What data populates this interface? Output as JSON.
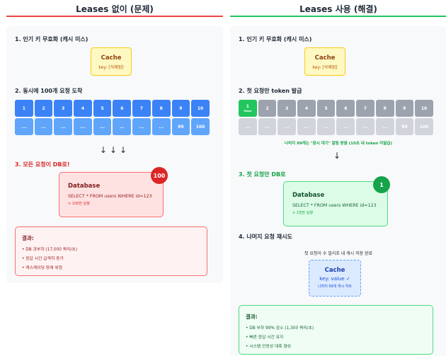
{
  "left": {
    "title": "Leases 없이 (문제)",
    "accent": "#ef4444",
    "step1": "1. 인기 키 무효화 (캐시 미스)",
    "cache": {
      "title": "Cache",
      "key": "key: [삭제됨]"
    },
    "step2": "2. 동시에 100개 요청 도착",
    "row1": [
      "1",
      "2",
      "3",
      "4",
      "5",
      "6",
      "7",
      "8",
      "9",
      "10"
    ],
    "row2": [
      "...",
      "...",
      "...",
      "...",
      "...",
      "...",
      "...",
      "...",
      "99",
      "100"
    ],
    "arrows": "↓↓↓",
    "step3": "3. 모든 요청이 DB로!",
    "db": {
      "title": "Database",
      "query": "SELECT * FROM users WHERE id=123",
      "count": "× 100번 실행",
      "badge": "100"
    },
    "result": {
      "title": "결과:",
      "items": [
        "• DB 과부하 (17,000 쿼리/초)",
        "• 응답 시간 급격히 증가",
        "• 캐스케이딩 장애 위험"
      ]
    }
  },
  "right": {
    "title": "Leases 사용 (해결)",
    "accent": "#22c55e",
    "step1": "1. 인기 키 무효화 (캐시 미스)",
    "cache": {
      "title": "Cache",
      "key": "key: [삭제됨]"
    },
    "step2": "2. 첫 요청만 token 발급",
    "token_label": "Token",
    "row1": [
      "1",
      "2",
      "3",
      "4",
      "5",
      "6",
      "7",
      "8",
      "9",
      "10"
    ],
    "row2": [
      "...",
      "...",
      "...",
      "...",
      "...",
      "...",
      "...",
      "...",
      "99",
      "100"
    ],
    "note": "나머지 99개는 \"잠시 대기\" 알림 받음 (10초 내 token 미발급)",
    "arrow": "↓",
    "step3": "3. 첫 요청만 DB로",
    "db": {
      "title": "Database",
      "query": "SELECT * FROM users WHERE id=123",
      "count": "× 1번만 실행",
      "badge": "1"
    },
    "step4": "4. 나머지 요청 재시도",
    "step4_note": "첫 요청이 수 밀리초 내 캐시 저장 완료",
    "cache2": {
      "title": "Cache",
      "key": "key: value ✓",
      "hit": "나머지 99개 캐시 히트"
    },
    "result": {
      "title": "결과:",
      "items": [
        "• DB 부하 99% 감소 (1,300 쿼리/초)",
        "• 빠른 응답 시간 유지",
        "• 시스템 안정성 대폭 향상"
      ]
    }
  }
}
